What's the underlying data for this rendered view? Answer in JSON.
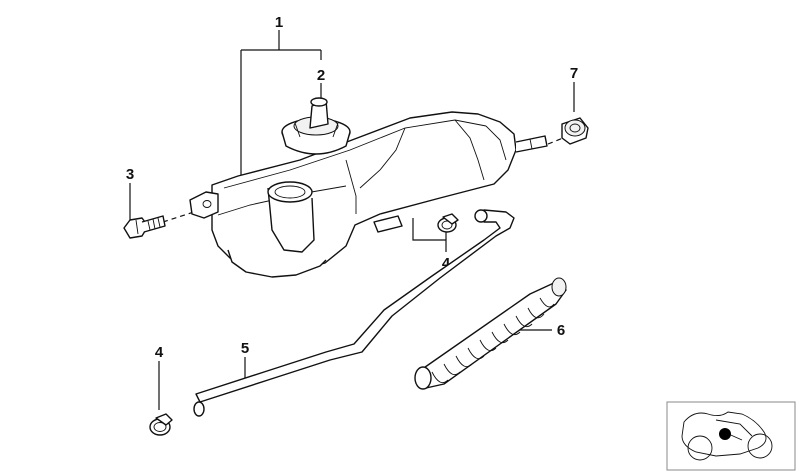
{
  "diagram": {
    "callouts": [
      {
        "id": "c1",
        "text": "1"
      },
      {
        "id": "c2",
        "text": "2"
      },
      {
        "id": "c3",
        "text": "3"
      },
      {
        "id": "c4a",
        "text": "4"
      },
      {
        "id": "c4b",
        "text": "4"
      },
      {
        "id": "c5",
        "text": "5"
      },
      {
        "id": "c6",
        "text": "6"
      },
      {
        "id": "c7",
        "text": "7"
      }
    ],
    "line_color": "#111111",
    "background": "#ffffff"
  }
}
